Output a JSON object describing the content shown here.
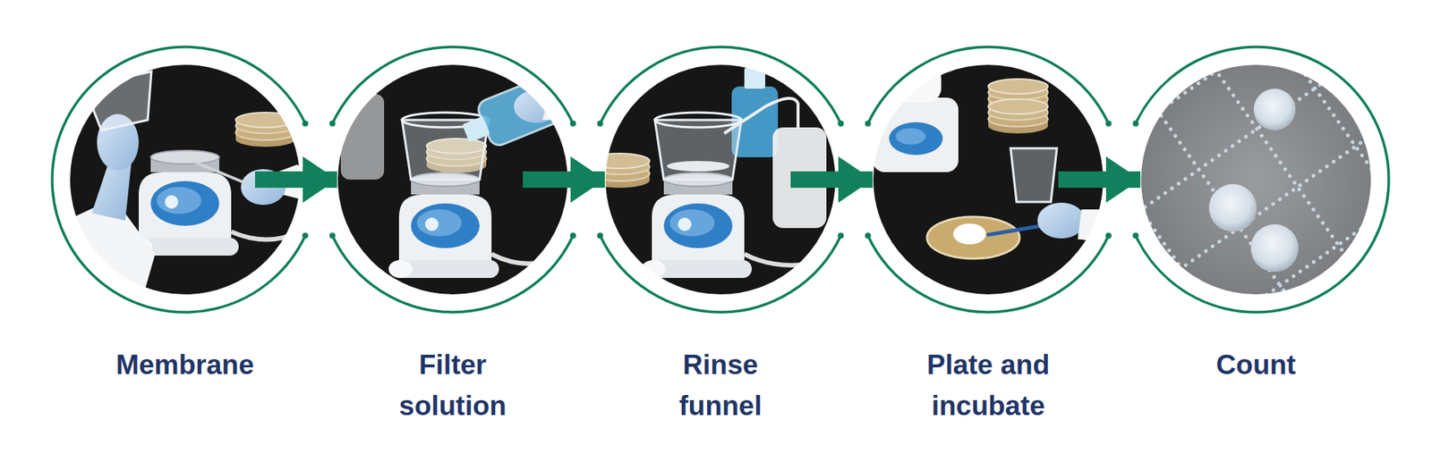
{
  "diagram": {
    "nodes": [
      {
        "text": [
          "Membrane"
        ]
      },
      {
        "text": [
          "Filter solution"
        ]
      },
      {
        "text": [
          "Rinse funnel"
        ]
      },
      {
        "text": [
          "Plate and incubate"
        ]
      },
      {
        "text": [
          "Count"
        ]
      }
    ],
    "edges": [
      {
        "from": 0,
        "to": 1,
        "arrow": "to"
      },
      {
        "from": 1,
        "to": 2,
        "arrow": "to"
      },
      {
        "from": 2,
        "to": 3,
        "arrow": "to"
      },
      {
        "from": 3,
        "to": 4,
        "arrow": "to"
      }
    ]
  }
}
